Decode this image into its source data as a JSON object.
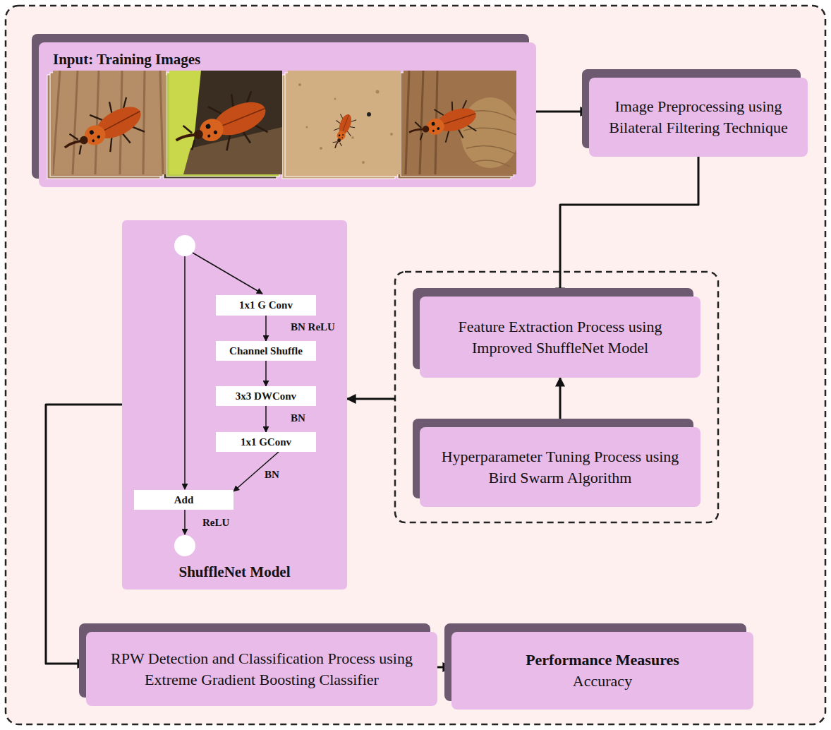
{
  "diagram": {
    "nodes": [
      {
        "text": [
          "Input: Training Images"
        ]
      },
      {
        "text": [
          "Image Preprocessing using Bilateral Filtering Technique"
        ]
      },
      {
        "text": [
          "Feature Extraction Process using Improved ShuffleNet Model"
        ]
      },
      {
        "text": [
          "Hyperparameter Tuning Process using Bird Swarm Algorithm"
        ]
      },
      {
        "text": [
          "ShuffleNet Model"
        ]
      },
      {
        "text": [
          "1x1 G Conv"
        ],
        "in": 4
      },
      {
        "text": [
          "Channel Shuffle"
        ],
        "in": 4
      },
      {
        "text": [
          "3x3 DWConv"
        ],
        "in": 4
      },
      {
        "text": [
          "1x1 GConv"
        ],
        "in": 4
      },
      {
        "text": [
          "Add"
        ],
        "in": 4
      },
      {
        "text": [
          "RPW Detection and Classification Process using Extreme Gradient Boosting Classifier"
        ]
      },
      {
        "text": [
          "Performance Measures",
          "Accuracy"
        ]
      }
    ],
    "edges": [
      {
        "from": 0,
        "to": 1,
        "arrow": "to"
      },
      {
        "from": 1,
        "to": 2,
        "arrow": "to"
      },
      {
        "from": 3,
        "to": 2,
        "arrow": "to"
      },
      {
        "from": 2,
        "to": 4,
        "arrow": "to"
      },
      {
        "from": 5,
        "to": 6,
        "arrow": "to"
      },
      {
        "from": 6,
        "to": 7,
        "arrow": "to"
      },
      {
        "from": 7,
        "to": 8,
        "arrow": "to"
      },
      {
        "from": 8,
        "to": 9,
        "arrow": "to"
      },
      {
        "from": 4,
        "to": 10,
        "arrow": "to"
      },
      {
        "from": 10,
        "to": 11,
        "arrow": "to"
      }
    ],
    "labels": [
      "BN ReLU",
      "BN",
      "BN",
      "ReLU"
    ]
  }
}
